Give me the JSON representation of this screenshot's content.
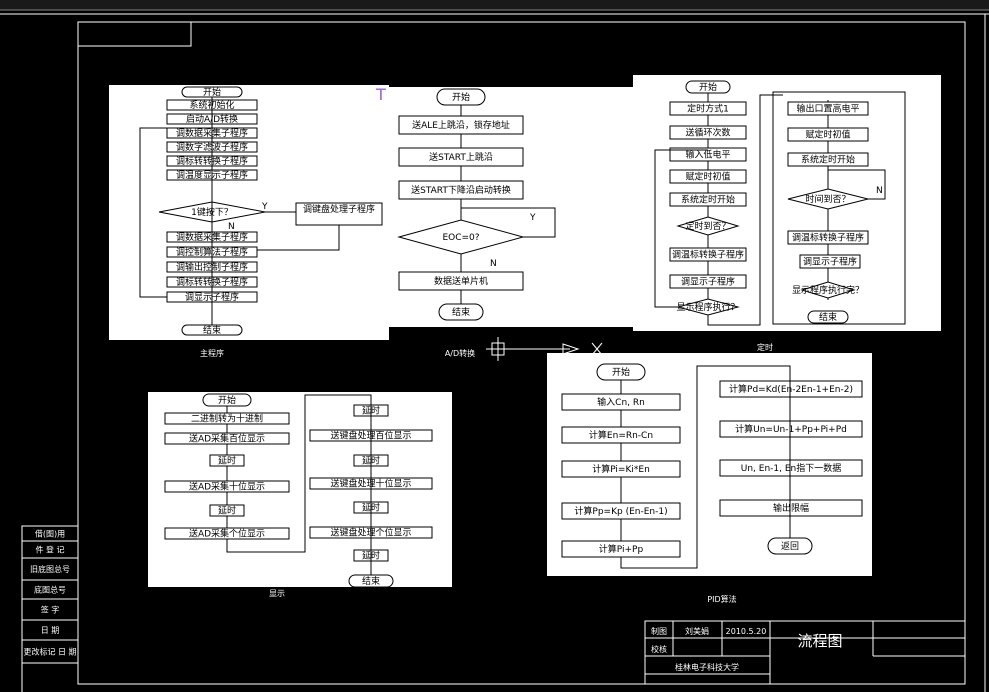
{
  "frames": {
    "main": {
      "caption": "主程序",
      "start": "开始",
      "steps": [
        "系统初始化",
        "启动A/D转换",
        "调数据采集子程序",
        "调数字滤波子程序",
        "调标转转换子程序",
        "调温度显示子程序"
      ],
      "decision": "1键按下？",
      "yes": "Y",
      "no": "N",
      "side": "调键盘处理子程序",
      "steps2": [
        "调数据采集子程序",
        "调控制算法子程序",
        "调输出控制子程序",
        "调标转转换子程序",
        "调显示子程序"
      ],
      "end": "结束"
    },
    "ad": {
      "caption": "A/D转换",
      "start": "开始",
      "steps": [
        "送ALE上跳沿，锁存地址",
        "送START上跳沿",
        "送START下降沿启动转换"
      ],
      "decision": "EOC=0?",
      "yes": "Y",
      "no": "N",
      "last": "数据送单片机",
      "end": "结束"
    },
    "timer": {
      "caption": "定时",
      "start": "开始",
      "left_steps": [
        "定时方式1",
        "送循环次数",
        "输入低电平",
        "赋定时初值",
        "系统定时开始"
      ],
      "left_decision": "定时到否？",
      "left_steps2": [
        "调温标转换子程序",
        "调显示子程序"
      ],
      "left_decision2": "显示程序执行？",
      "right_steps": [
        "输出口置高电平",
        "赋定时初值",
        "系统定时开始"
      ],
      "right_decision": "时间到否？",
      "no": "N",
      "right_steps2": [
        "调温标转换子程序",
        "调显示子程序"
      ],
      "right_decision2": "显示程序执行完？",
      "end": "结束"
    },
    "display": {
      "caption": "显示",
      "start": "开始",
      "left_steps": [
        "二进制转为十进制",
        "送AD采集百位显示",
        "延时",
        "送AD采集十位显示",
        "延时",
        "送AD采集个位显示"
      ],
      "right_steps": [
        "延时",
        "送键盘处理百位显示",
        "延时",
        "送键盘处理十位显示",
        "延时",
        "送键盘处理个位显示",
        "延时"
      ],
      "end": "结束"
    },
    "pid": {
      "caption": "PID算法",
      "start": "开始",
      "left_steps": [
        "输入Cn, Rn",
        "计算En=Rn-Cn",
        "计算Pi=Ki*En",
        "计算Pp=Kp (En-En-1)",
        "计算Pi+Pp"
      ],
      "right_steps": [
        "计算Pd=Kd(En-2En-1+En-2)",
        "计算Un=Un-1+Pp+Pi+Pd",
        "Un, En-1, En指下一数据",
        "输出限幅"
      ],
      "end": "返回"
    }
  },
  "left_strip": [
    "借(图)用",
    "件 登 记",
    "旧底图总号",
    "底图总号",
    "签 字",
    "日 期",
    "更改标记 日 期"
  ],
  "title_block": {
    "row1": [
      "制图",
      "刘美娟",
      "2010.5.20"
    ],
    "row2": [
      "校核"
    ],
    "drawing_title": "流程图",
    "school": "桂林电子科技大学"
  },
  "colors": {
    "background": "#000000",
    "frame_line": "#ffffff",
    "panel": "#ffffff",
    "ink": "#000000"
  }
}
